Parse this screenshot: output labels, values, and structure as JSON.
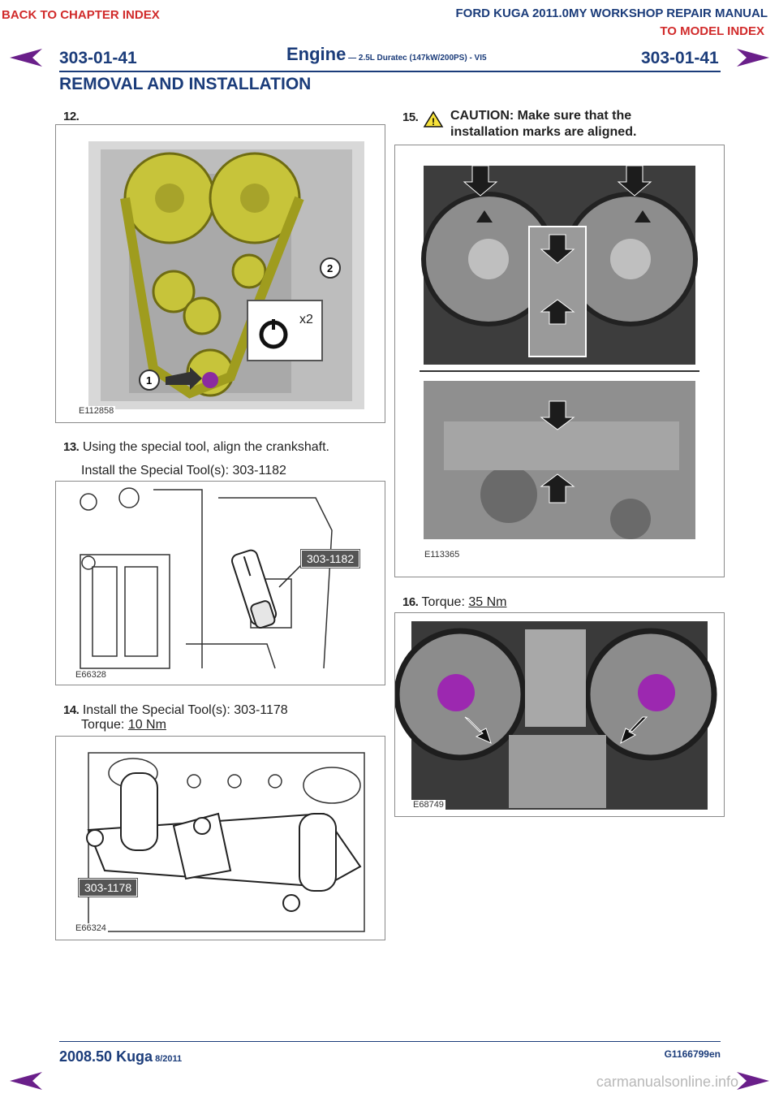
{
  "nav": {
    "back_chapter": "BACK TO CHAPTER INDEX",
    "manual_title": "FORD KUGA 2011.0MY WORKSHOP REPAIR MANUAL",
    "to_model": "TO MODEL INDEX"
  },
  "header": {
    "page_code_left": "303-01-41",
    "section": "Engine",
    "subsection": " — 2.5L Duratec (147kW/200PS) - VI5",
    "page_code_right": "303-01-41",
    "heading": "REMOVAL AND INSTALLATION"
  },
  "steps": {
    "s12": {
      "num": "12.",
      "figure_code": "E112858",
      "callout1": "1",
      "callout2": "2",
      "inset_text": "x2"
    },
    "s13": {
      "num": "13.",
      "text": "Using the special tool, align the crankshaft.",
      "sub": "Install the Special Tool(s): 303-1182",
      "tool_label": "303-1182",
      "figure_code": "E66328"
    },
    "s14": {
      "num": "14.",
      "text": "Install the Special Tool(s): 303-1178",
      "torque_label": "Torque: ",
      "torque_value": "10 Nm",
      "tool_label": "303-1178",
      "figure_code": "E66324"
    },
    "s15": {
      "num": "15.",
      "caution": "CAUTION: Make sure that the installation marks are aligned.",
      "figure_code": "E113365"
    },
    "s16": {
      "num": "16.",
      "torque_label": "Torque: ",
      "torque_value": "35 Nm",
      "figure_code": "E68749"
    }
  },
  "footer": {
    "model": "2008.50 Kuga",
    "date": " 8/2011",
    "doc_id": "G1166799en",
    "watermark": "carmanualsonline.info"
  },
  "colors": {
    "brand_blue": "#1b3c7a",
    "link_red": "#d12b2b",
    "arrow_purple": "#7a1f8f",
    "cam_highlight": "#9c28b0"
  }
}
